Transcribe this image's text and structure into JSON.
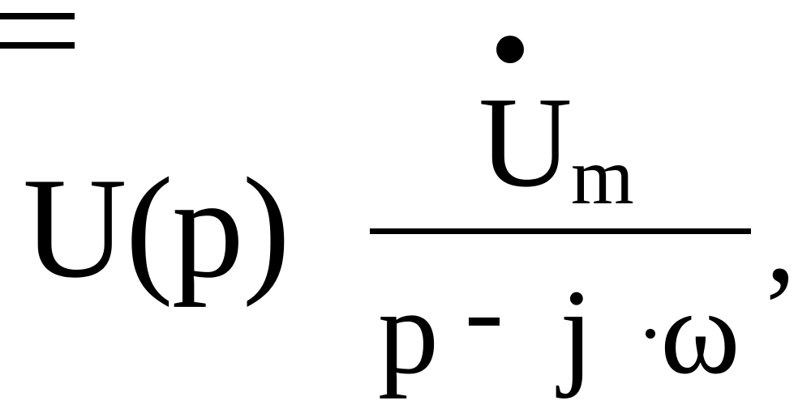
{
  "formula": {
    "lhs": "U(p)",
    "equals": "=",
    "numerator": {
      "symbol": "U",
      "subscript": "m",
      "accent": "dot"
    },
    "denominator": {
      "variable": "p",
      "operator": "-",
      "imaginary_unit": "j",
      "multiply": "·",
      "angular_frequency": "ω"
    },
    "trailing_punctuation": ","
  }
}
